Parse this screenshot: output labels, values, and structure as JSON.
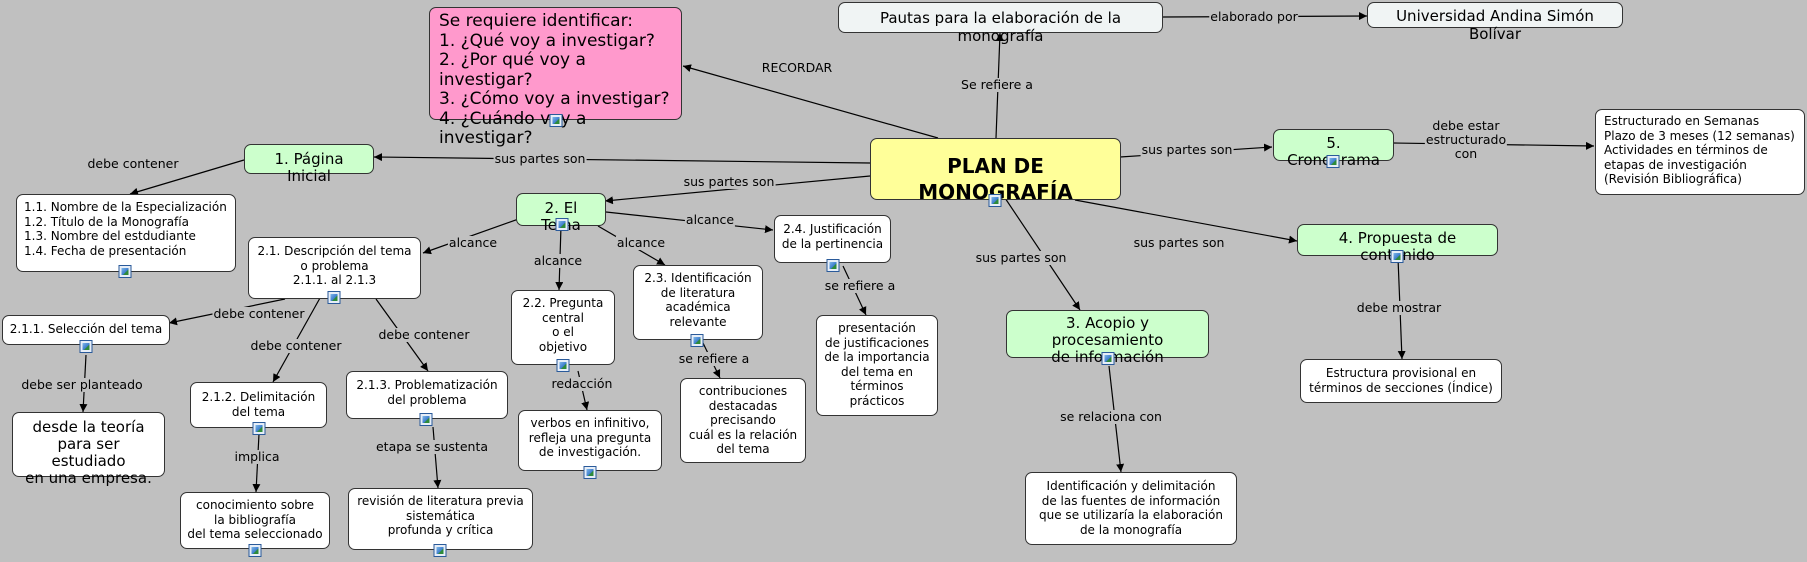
{
  "nodes": {
    "central": "PLAN DE MONOGRAFÍA",
    "pautas": "Pautas para la elaboración de la monografía",
    "universidad": "Universidad Andina Simón Bolívar",
    "requiere": "Se requiere identificar:\n1. ¿Qué voy a investigar?\n2. ¿Por qué voy a investigar?\n3. ¿Cómo voy a investigar?\n4. ¿Cuándo voy a investigar?",
    "pagina": "1. Página Inicial",
    "pagina_list": "1.1. Nombre de la Especialización\n1.2. Título de la Monografía\n1.3. Nombre del estdudiante\n1.4. Fecha de presentación",
    "tema": "2. El Tema",
    "desc": "2.1. Descripción del tema\no problema\n2.1.1. al 2.1.3",
    "seleccion": "2.1.1. Selección del tema",
    "teoria": "desde la teoría\npara ser estudiado\nen una empresa.",
    "delimitacion": "2.1.2. Delimitación\ndel tema",
    "conocimiento": "conocimiento sobre\nla bibliografía\ndel tema seleccionado",
    "problematizacion": "2.1.3. Problematización\ndel problema",
    "revision": "revisión de literatura previa\nsistemática\nprofunda y crítica",
    "pregunta": "2.2. Pregunta\ncentral\no el\nobjetivo",
    "verbos": "verbos en infinitivo,\nrefleja una pregunta\nde investigación.",
    "identificacion_lit": "2.3. Identificación\nde literatura\nacadémica\nrelevante",
    "contribuciones": "contribuciones\ndestacadas\nprecisando\ncuál es la relación\ndel tema",
    "justificacion": "2.4. Justificación\nde la pertinencia",
    "presentacion": "presentación\nde justificaciones\nde la importancia\ndel tema en\ntérminos\nprácticos",
    "acopio": "3. Acopio y procesamiento\nde información",
    "fuentes": "Identificación y delimitación\nde las fuentes de información\nque se utilizaría la elaboración\nde la monografía",
    "propuesta": "4. Propuesta de contenido",
    "estructura": "Estructura provisional en\ntérminos de secciones (Índice)",
    "cronograma": "5. Cronograma",
    "semanas": "Estructurado en Semanas\nPlazo de 3 meses (12 semanas)\nActividades en términos de\netapas de investigación\n(Revisión Bibliográfica)"
  },
  "link_labels": {
    "elaborado_por": "elaborado por",
    "se_refiere_a_top": "Se refiere a",
    "recordar": "RECORDAR",
    "sus_partes_pagina": "sus partes son",
    "sus_partes_tema": "sus partes son",
    "sus_partes_crono": "sus partes son",
    "sus_partes_propuesta": "sus partes son",
    "sus_partes_acopio": "sus partes son",
    "debe_estar": "debe estar\nestructurado\ncon",
    "debe_contener_pagina": "debe contener",
    "alcance_desc": "alcance",
    "alcance_pregunta": "alcance",
    "alcance_ident": "alcance",
    "alcance_just": "alcance",
    "debe_contener_sel": "debe contener",
    "debe_contener_del": "debe contener",
    "debe_contener_prob": "debe contener",
    "debe_ser_planteado": "debe ser planteado",
    "implica": "implica",
    "etapa_sustenta": "etapa se sustenta",
    "redaccion": "redacción",
    "se_refiere_a_ident": "se refiere a",
    "se_refiere_a_just": "se refiere a",
    "se_relaciona_con": "se relaciona con",
    "debe_mostrar": "debe mostrar"
  },
  "icon_name": "image-resource-icon",
  "colors": {
    "background": "#c0c0c0",
    "central": "#ffff99",
    "section": "#ccffcc",
    "question": "#ff99cc",
    "pautas": "#f0f4f4",
    "leaf": "#ffffff"
  }
}
